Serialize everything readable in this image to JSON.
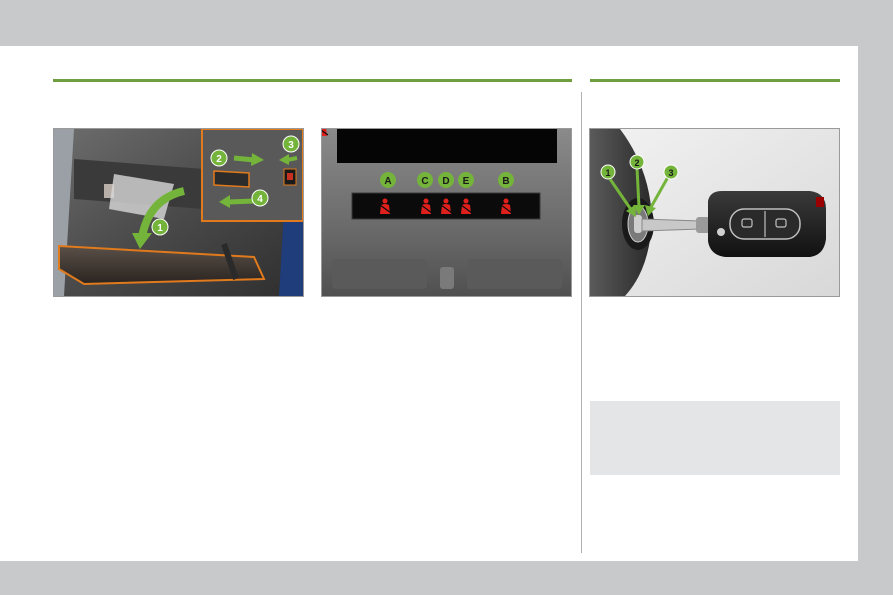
{
  "figures": {
    "glovebox": {
      "callouts": [
        "1",
        "2",
        "3",
        "4"
      ]
    },
    "seatbelt_display": {
      "labels": [
        "A",
        "C",
        "D",
        "E",
        "B"
      ]
    },
    "key": {
      "callouts": [
        "1",
        "2",
        "3"
      ]
    }
  },
  "colors": {
    "section_rule": "#6e9e3e",
    "callout_green": "#74b43a",
    "warning_red": "#e0201c",
    "note_box": "#e4e5e6"
  }
}
